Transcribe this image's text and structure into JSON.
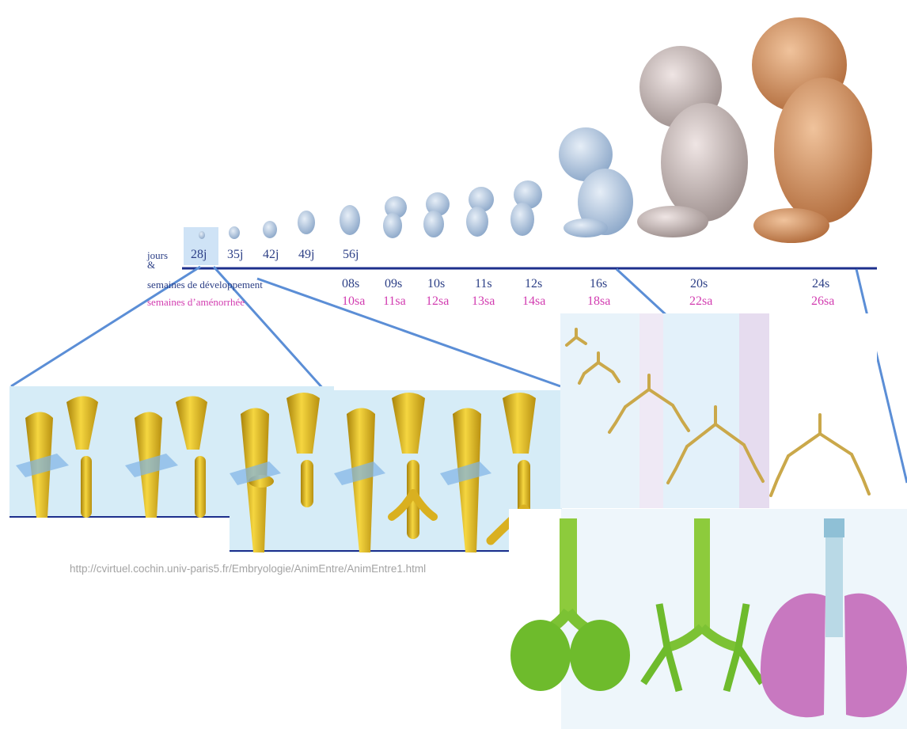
{
  "timeline": {
    "header_jours": "jours",
    "header_amp": "&",
    "row_dev_label": "semaines de développement",
    "row_sa_label": "semaines d’aménorrhée",
    "day_labels": [
      "28j",
      "35j",
      "42j",
      "49j",
      "56j"
    ],
    "week_labels": [
      "08s",
      "09s",
      "10s",
      "11s",
      "12s",
      "16s",
      "20s",
      "24s"
    ],
    "sa_labels": [
      "10sa",
      "11sa",
      "12sa",
      "13sa",
      "14sa",
      "18sa",
      "22sa",
      "26sa"
    ]
  },
  "colors": {
    "axis": "#1d2f8c",
    "week_text": "#2c3f86",
    "sa_text": "#d23cb0",
    "connector": "#5b8ed6",
    "tube_yellow": "#e6c21a",
    "bronchi_green": "#7cc234",
    "lung_pink": "#c878c0",
    "embryo_blue": "#9fb7d4",
    "fetus_brown": "#c98a58"
  },
  "source_url": "http://cvirtuel.cochin.univ-paris5.fr/Embryologie/AnimEntre/AnimEntre1.html"
}
